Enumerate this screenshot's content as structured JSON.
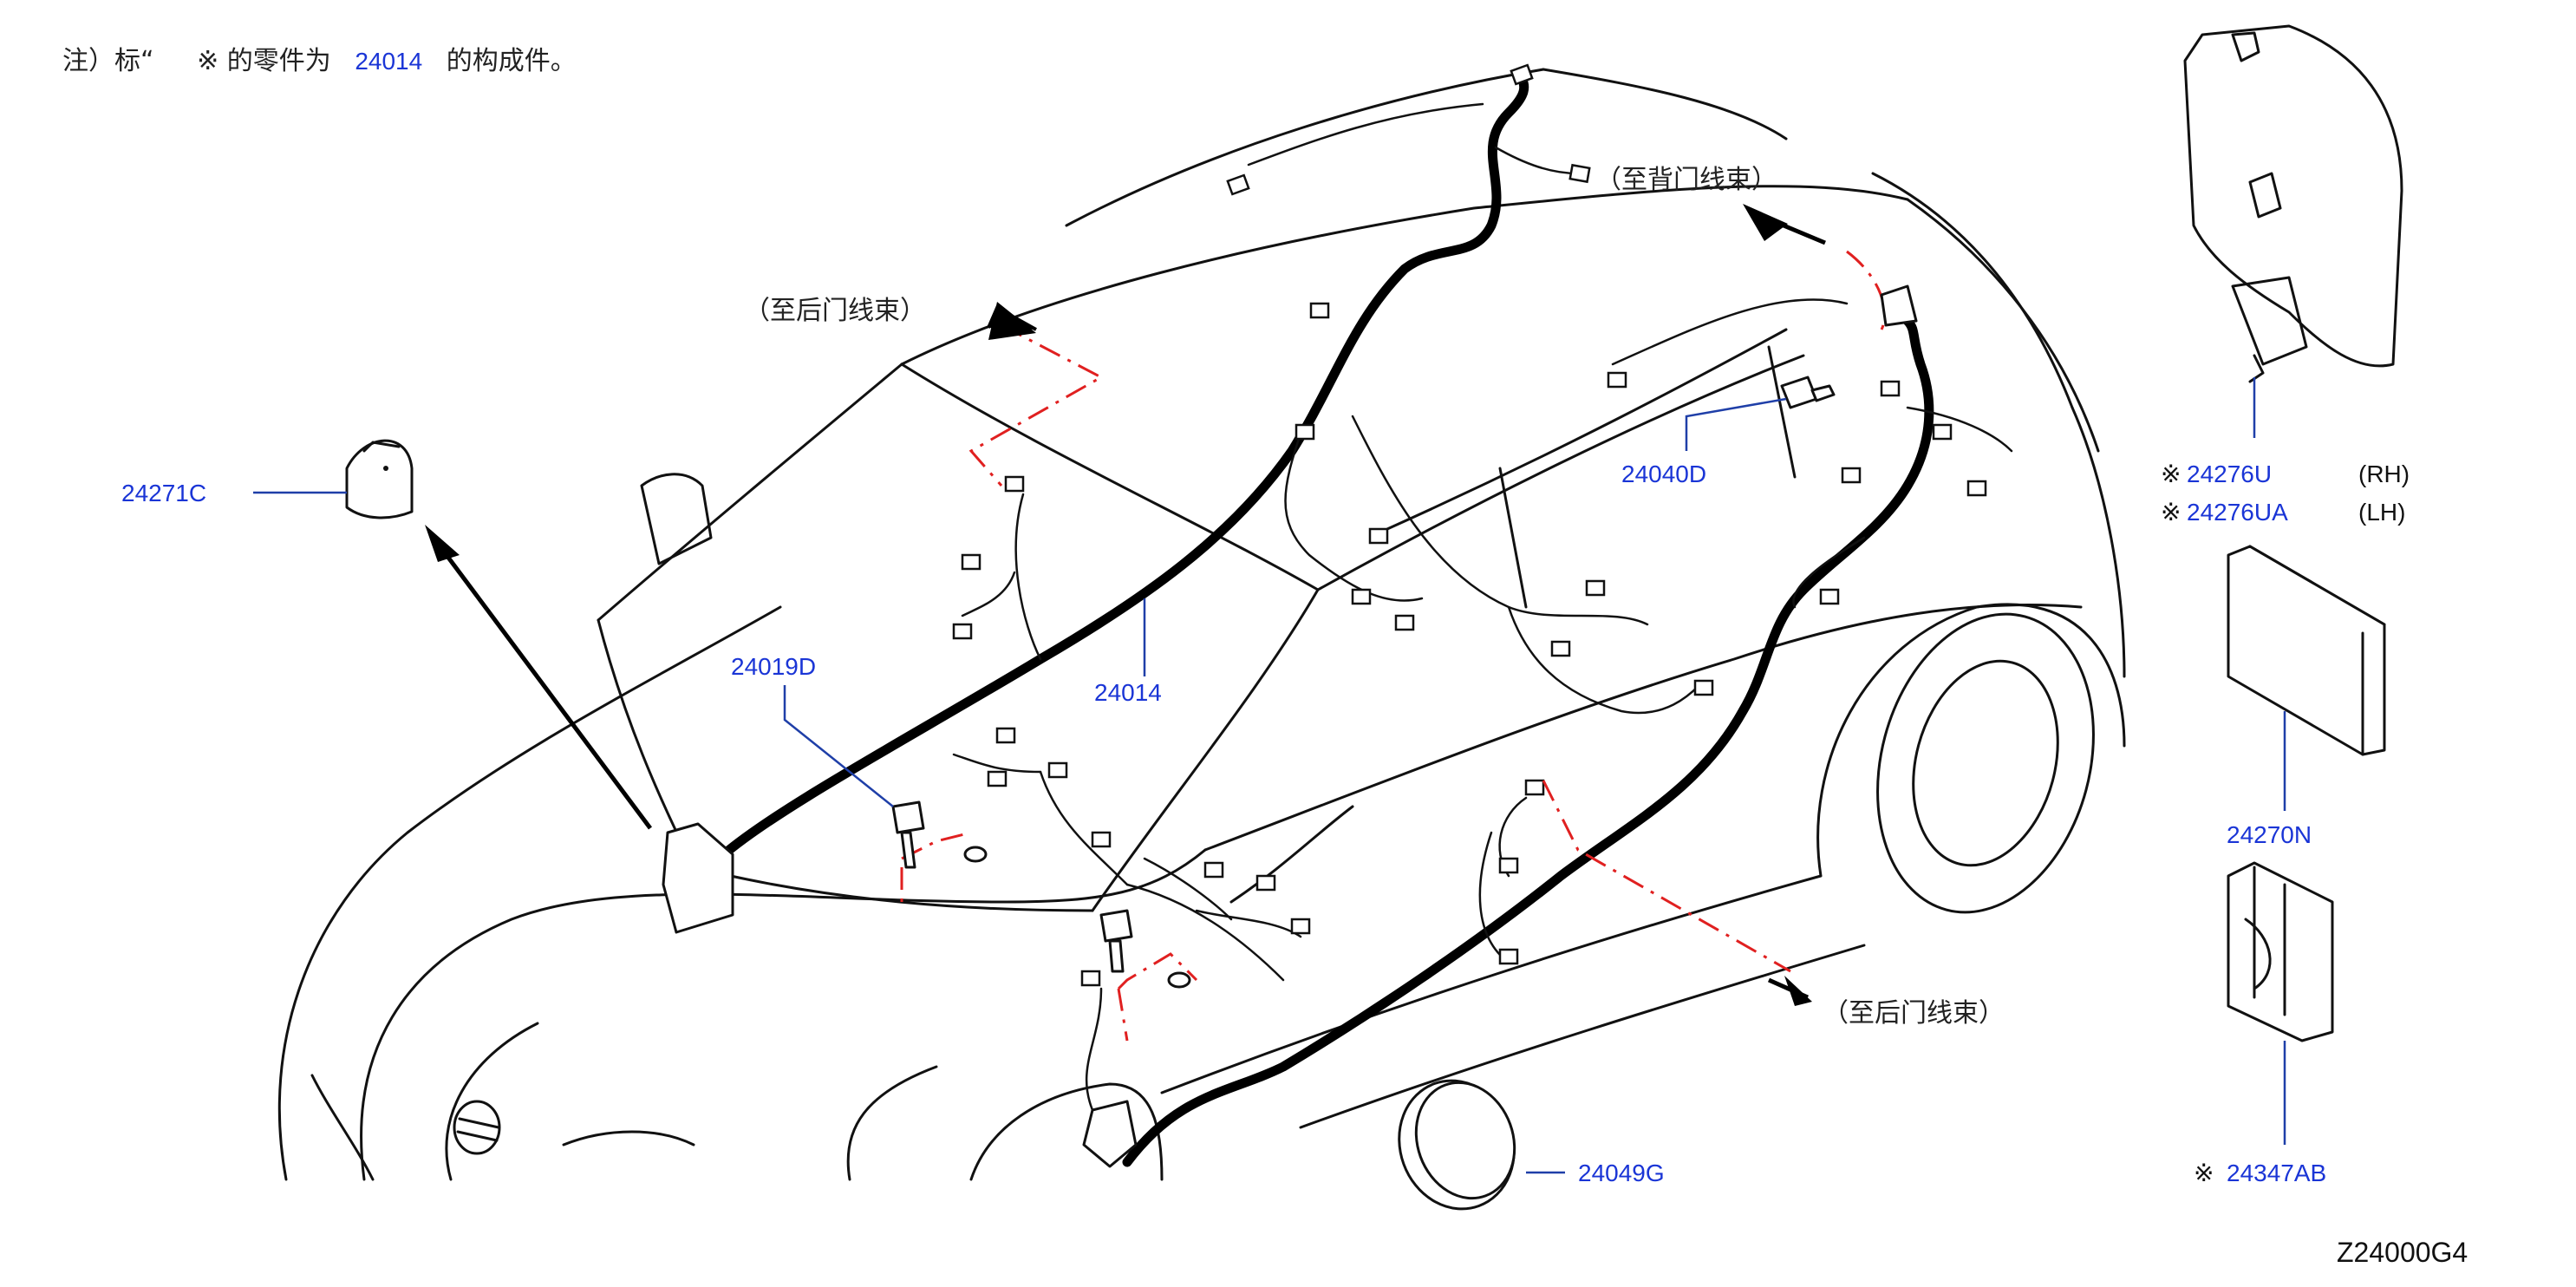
{
  "note": {
    "prefix": "注）标“",
    "mark": "※",
    "middle": "的零件为",
    "ref": "24014",
    "suffix": "的构成件。"
  },
  "destinations": {
    "back_door": "（至背门线束）",
    "rear_door_upper": "（至后门线束）",
    "rear_door_lower": "（至后门线束）"
  },
  "parts": {
    "p24271C": "24271C",
    "p24019D": "24019D",
    "p24014": "24014",
    "p24040D": "24040D",
    "p24049G": "24049G",
    "p24276U": "24276U",
    "p24276UA": "24276UA",
    "p24270N": "24270N",
    "p24347AB": "24347AB"
  },
  "side": {
    "rh": "(RH)",
    "lh": "(LH)"
  },
  "mark": "※",
  "diagram_code": "Z24000G4",
  "colors": {
    "label": "#1a35d6",
    "dash": "#e02020",
    "leader": "#1f3fa8"
  }
}
